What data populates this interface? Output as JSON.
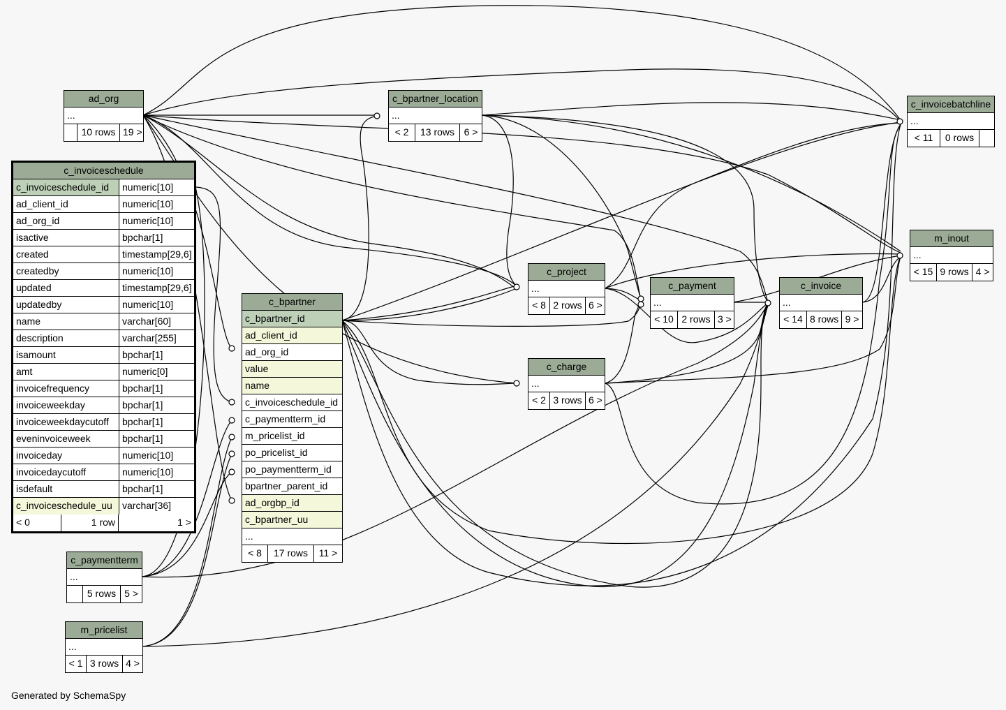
{
  "tables": {
    "ad_org": {
      "name": "ad_org",
      "ellipsis": "...",
      "footer": [
        "",
        "10 rows",
        "19 >"
      ]
    },
    "c_bpartner_location": {
      "name": "c_bpartner_location",
      "ellipsis": "...",
      "footer": [
        "< 2",
        "13 rows",
        "6 >"
      ]
    },
    "c_invoicebatchline": {
      "name": "c_invoicebatchline",
      "ellipsis": "...",
      "footer": [
        "< 11",
        "0 rows",
        ""
      ]
    },
    "m_inout": {
      "name": "m_inout",
      "ellipsis": "...",
      "footer": [
        "< 15",
        "9 rows",
        "4 >"
      ]
    },
    "c_project": {
      "name": "c_project",
      "ellipsis": "...",
      "footer": [
        "< 8",
        "2 rows",
        "6 >"
      ]
    },
    "c_payment": {
      "name": "c_payment",
      "ellipsis": "...",
      "footer": [
        "< 10",
        "2 rows",
        "3 >"
      ]
    },
    "c_invoice": {
      "name": "c_invoice",
      "ellipsis": "...",
      "footer": [
        "< 14",
        "8 rows",
        "9 >"
      ]
    },
    "c_charge": {
      "name": "c_charge",
      "ellipsis": "...",
      "footer": [
        "< 2",
        "3 rows",
        "6 >"
      ]
    },
    "c_paymentterm": {
      "name": "c_paymentterm",
      "ellipsis": "...",
      "footer": [
        "",
        "5 rows",
        "5 >"
      ]
    },
    "m_pricelist": {
      "name": "m_pricelist",
      "ellipsis": "...",
      "footer": [
        "< 1",
        "3 rows",
        "4 >"
      ]
    },
    "c_bpartner": {
      "name": "c_bpartner",
      "columns": [
        "c_bpartner_id",
        "ad_client_id",
        "ad_org_id",
        "value",
        "name",
        "c_invoiceschedule_id",
        "c_paymentterm_id",
        "m_pricelist_id",
        "po_pricelist_id",
        "po_paymentterm_id",
        "bpartner_parent_id",
        "ad_orgbp_id",
        "c_bpartner_uu",
        "..."
      ],
      "footer": [
        "< 8",
        "17 rows",
        "11 >"
      ]
    },
    "c_invoiceschedule": {
      "name": "c_invoiceschedule",
      "columns": [
        [
          "c_invoiceschedule_id",
          "numeric[10]"
        ],
        [
          "ad_client_id",
          "numeric[10]"
        ],
        [
          "ad_org_id",
          "numeric[10]"
        ],
        [
          "isactive",
          "bpchar[1]"
        ],
        [
          "created",
          "timestamp[29,6]"
        ],
        [
          "createdby",
          "numeric[10]"
        ],
        [
          "updated",
          "timestamp[29,6]"
        ],
        [
          "updatedby",
          "numeric[10]"
        ],
        [
          "name",
          "varchar[60]"
        ],
        [
          "description",
          "varchar[255]"
        ],
        [
          "isamount",
          "bpchar[1]"
        ],
        [
          "amt",
          "numeric[0]"
        ],
        [
          "invoicefrequency",
          "bpchar[1]"
        ],
        [
          "invoiceweekday",
          "bpchar[1]"
        ],
        [
          "invoiceweekdaycutoff",
          "bpchar[1]"
        ],
        [
          "eveninvoiceweek",
          "bpchar[1]"
        ],
        [
          "invoiceday",
          "numeric[10]"
        ],
        [
          "invoicedaycutoff",
          "numeric[10]"
        ],
        [
          "isdefault",
          "bpchar[1]"
        ],
        [
          "c_invoiceschedule_uu",
          "varchar[36]"
        ]
      ],
      "footer": [
        "< 0",
        "1 row",
        "1 >"
      ]
    }
  },
  "footer_text": "Generated by SchemaSpy",
  "colors": {
    "header": "#9bab96",
    "primary_key": "#bed1b8",
    "indexed": "#f4f7da",
    "background": "#f7f7f7"
  }
}
